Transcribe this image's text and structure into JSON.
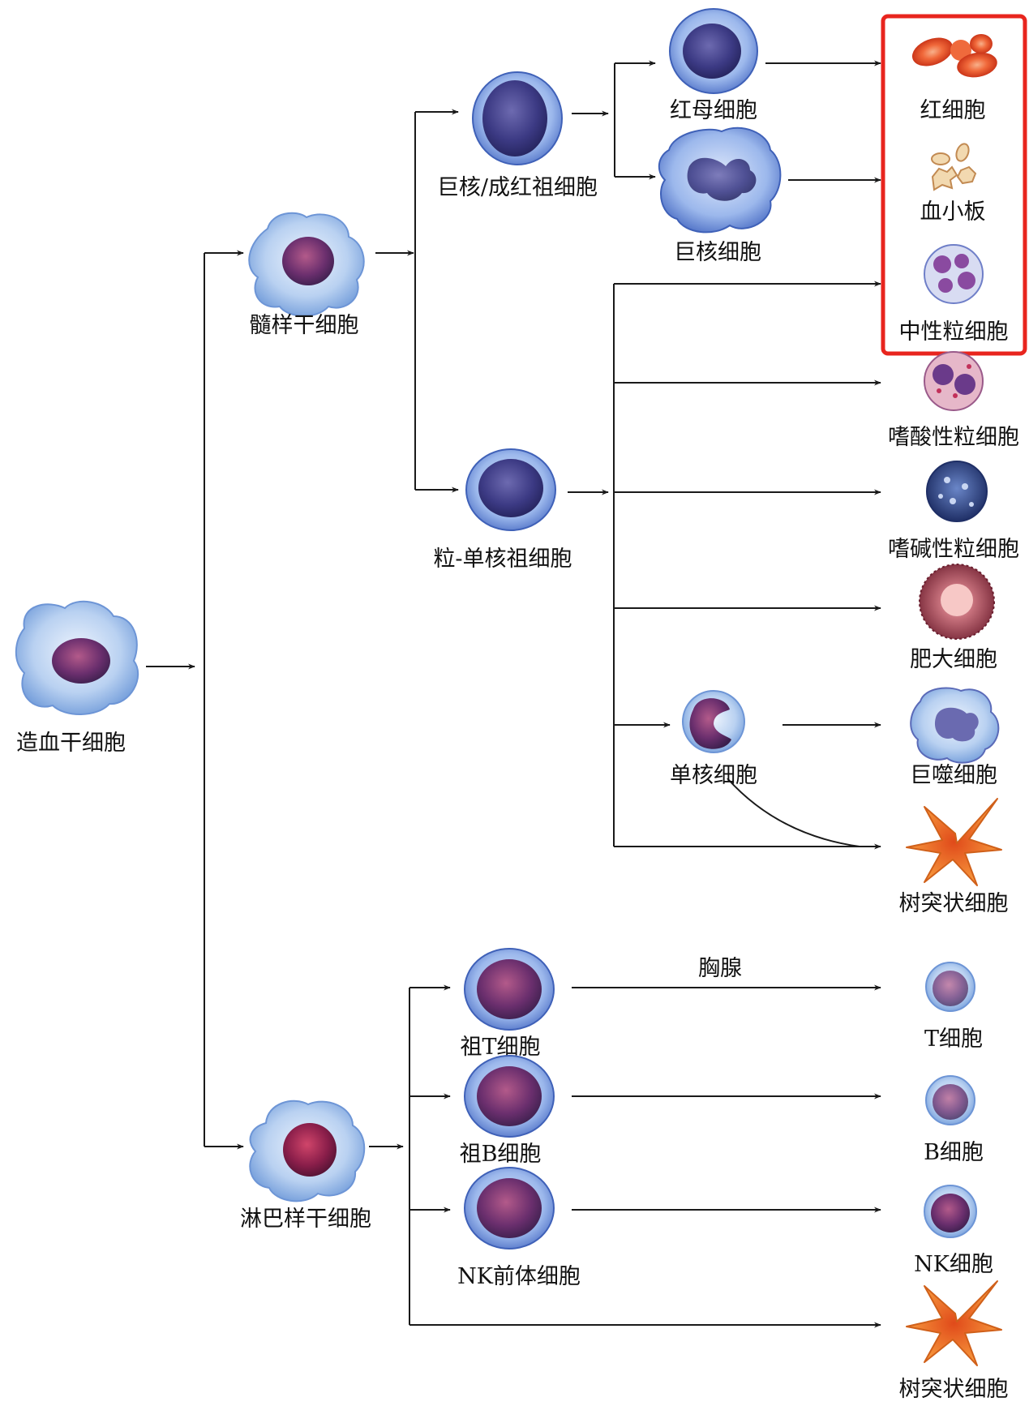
{
  "nodes": {
    "hsc": {
      "label": "造血干细胞",
      "icon": "stem-cell-icon"
    },
    "myeloid_stem": {
      "label": "髓样干细胞",
      "icon": "stem-cell-icon"
    },
    "lymphoid_stem": {
      "label": "淋巴样干细胞",
      "icon": "stem-cell-icon"
    },
    "mk_erythroid_progenitor": {
      "label": "巨核/成红祖细胞",
      "icon": "blast-cell-icon"
    },
    "gm_progenitor": {
      "label": "粒-单核祖细胞",
      "icon": "blast-cell-icon"
    },
    "erythroblast": {
      "label": "红母细胞",
      "icon": "blast-cell-icon"
    },
    "megakaryocyte": {
      "label": "巨核细胞",
      "icon": "megakaryocyte-icon"
    },
    "monocyte": {
      "label": "单核细胞",
      "icon": "monocyte-icon"
    },
    "pro_t": {
      "label": "祖T细胞",
      "icon": "lymphoblast-icon"
    },
    "pro_b": {
      "label": "祖B细胞",
      "icon": "lymphoblast-icon"
    },
    "nk_precursor": {
      "label": "NK前体细胞",
      "icon": "lymphoblast-icon"
    },
    "rbc": {
      "label": "红细胞",
      "icon": "red-blood-cell-icon"
    },
    "platelet": {
      "label": "血小板",
      "icon": "platelet-icon"
    },
    "neutrophil": {
      "label": "中性粒细胞",
      "icon": "neutrophil-icon"
    },
    "eosinophil": {
      "label": "嗜酸性粒细胞",
      "icon": "eosinophil-icon"
    },
    "basophil": {
      "label": "嗜碱性粒细胞",
      "icon": "basophil-icon"
    },
    "mast": {
      "label": "肥大细胞",
      "icon": "mast-cell-icon"
    },
    "macrophage": {
      "label": "巨噬细胞",
      "icon": "macrophage-icon"
    },
    "dendritic_myeloid": {
      "label": "树突状细胞",
      "icon": "dendritic-cell-icon"
    },
    "t_cell": {
      "label": "T细胞",
      "icon": "lymphocyte-icon"
    },
    "b_cell": {
      "label": "B细胞",
      "icon": "lymphocyte-icon"
    },
    "nk_cell": {
      "label": "NK细胞",
      "icon": "lymphocyte-icon"
    },
    "dendritic_lymphoid": {
      "label": "树突状细胞",
      "icon": "dendritic-cell-icon"
    }
  },
  "edge_labels": {
    "thymus": "胸腺"
  },
  "edges": [
    [
      "hsc",
      "myeloid_stem"
    ],
    [
      "hsc",
      "lymphoid_stem"
    ],
    [
      "myeloid_stem",
      "mk_erythroid_progenitor"
    ],
    [
      "myeloid_stem",
      "gm_progenitor"
    ],
    [
      "mk_erythroid_progenitor",
      "erythroblast"
    ],
    [
      "mk_erythroid_progenitor",
      "megakaryocyte"
    ],
    [
      "erythroblast",
      "rbc"
    ],
    [
      "megakaryocyte",
      "platelet"
    ],
    [
      "gm_progenitor",
      "neutrophil"
    ],
    [
      "gm_progenitor",
      "eosinophil"
    ],
    [
      "gm_progenitor",
      "basophil"
    ],
    [
      "gm_progenitor",
      "mast"
    ],
    [
      "gm_progenitor",
      "monocyte"
    ],
    [
      "gm_progenitor",
      "dendritic_myeloid"
    ],
    [
      "monocyte",
      "macrophage"
    ],
    [
      "monocyte",
      "dendritic_myeloid"
    ],
    [
      "lymphoid_stem",
      "pro_t"
    ],
    [
      "lymphoid_stem",
      "pro_b"
    ],
    [
      "lymphoid_stem",
      "nk_precursor"
    ],
    [
      "lymphoid_stem",
      "dendritic_lymphoid"
    ],
    [
      "pro_t",
      "t_cell"
    ],
    [
      "pro_b",
      "b_cell"
    ],
    [
      "nk_precursor",
      "nk_cell"
    ]
  ],
  "highlight": {
    "color": "#e8251e",
    "nodes": [
      "rbc",
      "platelet",
      "neutrophil"
    ]
  },
  "colors": {
    "stem_cytoplasm": "#a9c8ee",
    "blast_cytoplasm": "#8fb0e6",
    "nucleus_purple": "#5a3278",
    "nucleus_dark": "#3a2a6a",
    "rbc_red": "#e0391f",
    "dendritic_orange": "#f07a20"
  }
}
